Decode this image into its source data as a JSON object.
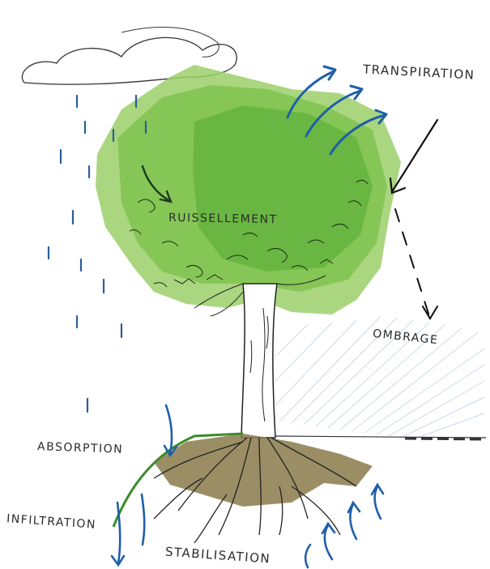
{
  "labels": {
    "transpiration": "TRANSPIRATION",
    "ruissellement": "RUISSELLEMENT",
    "ombrage": "OMBRAGE",
    "absorption": "ABSORPTION",
    "infiltration": "INFILTRATION",
    "stabilisation": "STABILISATION"
  },
  "colors": {
    "canopy_light": "#9ccf6a",
    "canopy_mid": "#7fc34f",
    "canopy_dark": "#5fb23c",
    "water_arrow": "#1f5fa8",
    "rain_drop": "#2a5d9e",
    "soil": "#8a7a4a",
    "shade_hatch": "#b9c9e6",
    "ink": "#222222"
  }
}
